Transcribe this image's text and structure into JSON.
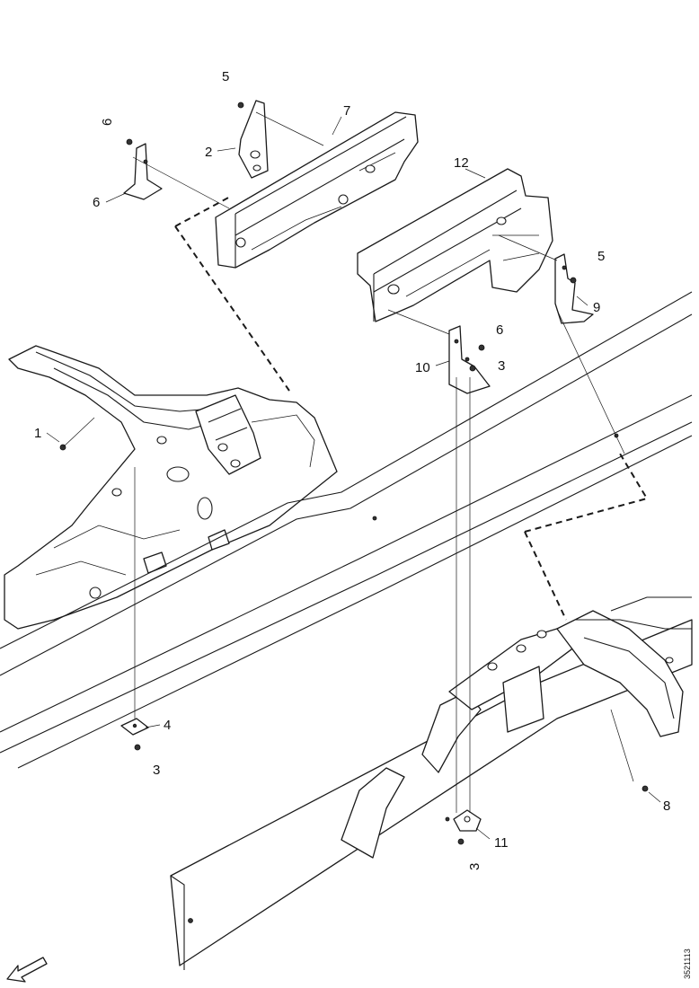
{
  "callouts": {
    "c1": "1",
    "c2": "2",
    "c3a": "3",
    "c3b": "3",
    "c3c": "3",
    "c4": "4",
    "c5a": "5",
    "c5b": "5",
    "c6a": "6",
    "c6b": "6",
    "c7": "7",
    "c8": "8",
    "c9": "9",
    "c10": "10",
    "c11": "11",
    "c12": "12"
  },
  "reference_code": "3521113",
  "icons": {
    "orientation_arrow": "front-direction-arrow-icon"
  }
}
